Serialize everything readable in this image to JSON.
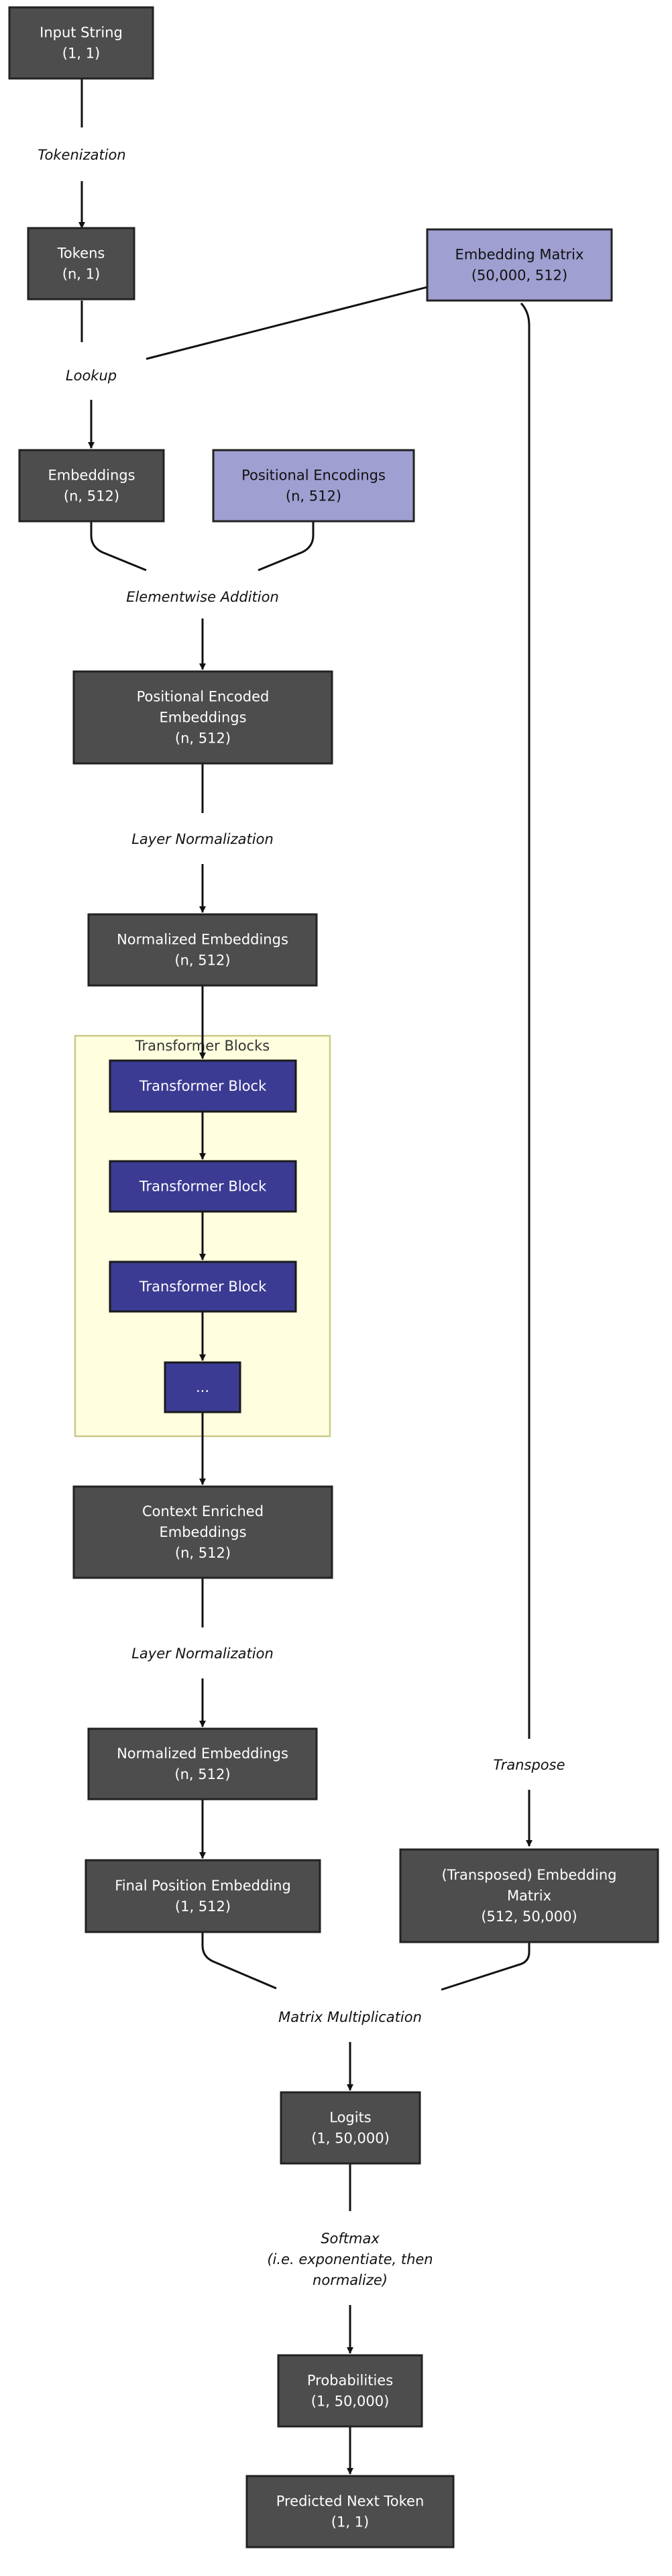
{
  "nodes": {
    "input_string": [
      "Input String",
      "(1, 1)"
    ],
    "tokens": [
      "Tokens",
      "(n, 1)"
    ],
    "embedding_matrix": [
      "Embedding Matrix",
      "(50,000, 512)"
    ],
    "embeddings": [
      "Embeddings",
      "(n, 512)"
    ],
    "positional_encodings": [
      "Positional Encodings",
      "(n, 512)"
    ],
    "positional_encoded": [
      "Positional Encoded",
      "Embeddings",
      "(n, 512)"
    ],
    "normalized_1": [
      "Normalized Embeddings",
      "(n, 512)"
    ],
    "transformer_1": [
      "Transformer Block"
    ],
    "transformer_2": [
      "Transformer Block"
    ],
    "transformer_3": [
      "Transformer Block"
    ],
    "transformer_more": [
      "..."
    ],
    "context_enriched": [
      "Context Enriched",
      "Embeddings",
      "(n, 512)"
    ],
    "normalized_2": [
      "Normalized Embeddings",
      "(n, 512)"
    ],
    "final_position": [
      "Final Position Embedding",
      "(1, 512)"
    ],
    "transposed_matrix": [
      "(Transposed) Embedding",
      "Matrix",
      "(512, 50,000)"
    ],
    "logits": [
      "Logits",
      "(1, 50,000)"
    ],
    "probabilities": [
      "Probabilities",
      "(1, 50,000)"
    ],
    "predicted": [
      "Predicted Next Token",
      "(1, 1)"
    ]
  },
  "operations": {
    "tokenization": [
      "Tokenization"
    ],
    "lookup": [
      "Lookup"
    ],
    "elementwise_addition": [
      "Elementwise Addition"
    ],
    "layer_norm_1": [
      "Layer Normalization"
    ],
    "layer_norm_2": [
      "Layer Normalization"
    ],
    "transpose": [
      "Transpose"
    ],
    "matrix_multiplication": [
      "Matrix Multiplication"
    ],
    "softmax": [
      "Softmax",
      "(i.e. exponentiate, then",
      "normalize)"
    ]
  },
  "group": {
    "title": "Transformer Blocks"
  },
  "colors": {
    "dark_node": "#4d4d4d",
    "light_node": "#9f9fd1",
    "block_node": "#3b3b93",
    "group_fill": "#ffffdf",
    "edge": "#111111"
  }
}
